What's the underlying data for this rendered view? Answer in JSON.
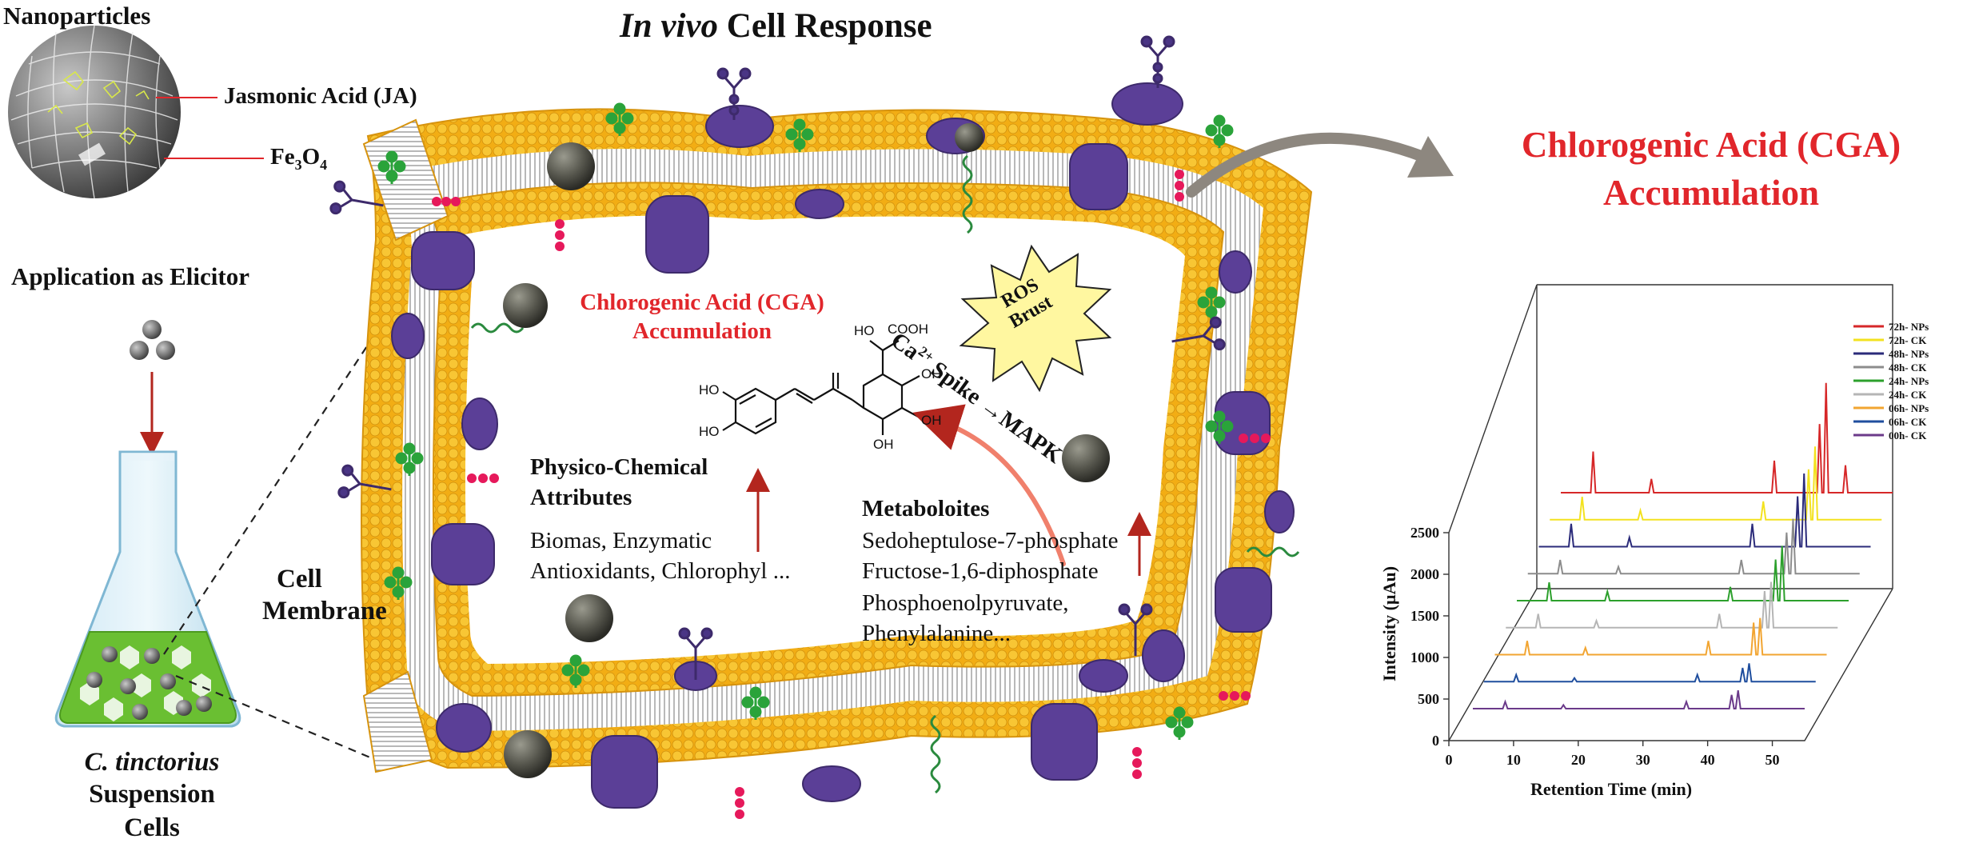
{
  "header": {
    "title_em": "In vivo",
    "title_rest": "Cell Response"
  },
  "left": {
    "nanoparticles": "Nanoparticles",
    "ja_label": "Jasmonic Acid (JA)",
    "fe_base": "Fe",
    "fe_sub1": "3",
    "fe_o": "O",
    "fe_sub2": "4",
    "application": "Application as Elicitor",
    "species": "C. tinctorius",
    "suspension": "Suspension",
    "cells": "Cells"
  },
  "cell": {
    "membrane_line1": "Cell",
    "membrane_line2": "Membrane",
    "cga_line1": "Chlorogenic Acid (CGA)",
    "cga_line2": "Accumulation",
    "ros_line1": "ROS",
    "ros_line2": "Brust",
    "ca": "Ca",
    "ca_sup": "2+",
    "spike": "Spike",
    "mapk": "MAPK",
    "physico_title1": "Physico-Chemical",
    "physico_title2": "Attributes",
    "physico_line1": "Biomas, Enzymatic",
    "physico_line2": "Antioxidants, Chlorophyl ...",
    "metab_title": "Metaboloites",
    "metab_1": "Sedoheptulose-7-phosphate",
    "metab_2": "Fructose-1,6-diphosphate",
    "metab_3": "Phosphoenolpyruvate,",
    "metab_4": "Phenylalanine...",
    "chem": {
      "cooh": "COOH",
      "ho": "HO",
      "oh": "OH"
    }
  },
  "right": {
    "title_line1": "Chlorogenic Acid (CGA)",
    "title_line2": "Accumulation"
  },
  "colors": {
    "accent_red": "#e1262b",
    "lipid_head": "#f5b81c",
    "protein": "#5b3f97",
    "green_glyco": "#2aa33a",
    "pink": "#e6195b"
  },
  "chart_data": {
    "type": "line",
    "xlabel": "Retention Time (min)",
    "ylabel": "Intensity (µAu)",
    "x_ticks": [
      0,
      10,
      20,
      30,
      40,
      50
    ],
    "y_ticks": [
      0,
      500,
      1000,
      1500,
      2000,
      2500
    ],
    "xlim": [
      0,
      55
    ],
    "ylim": [
      0,
      2500
    ],
    "series": [
      {
        "name": "72h- NPs",
        "color": "#d62728",
        "peaks": [
          [
            5,
            900
          ],
          [
            14,
            300
          ],
          [
            33,
            700
          ],
          [
            40,
            1500
          ],
          [
            41,
            2400
          ],
          [
            44,
            600
          ]
        ]
      },
      {
        "name": "72h- CK",
        "color": "#f3e21f",
        "peaks": [
          [
            5,
            500
          ],
          [
            14,
            200
          ],
          [
            33,
            400
          ],
          [
            40,
            1100
          ],
          [
            41,
            1600
          ]
        ]
      },
      {
        "name": "48h- NPs",
        "color": "#2b2b7a",
        "peaks": [
          [
            5,
            500
          ],
          [
            14,
            200
          ],
          [
            33,
            500
          ],
          [
            40,
            1100
          ],
          [
            41,
            1600
          ]
        ]
      },
      {
        "name": "48h- CK",
        "color": "#8c8c8c",
        "peaks": [
          [
            5,
            300
          ],
          [
            14,
            150
          ],
          [
            33,
            300
          ],
          [
            40,
            900
          ],
          [
            41,
            1200
          ]
        ]
      },
      {
        "name": "24h- NPs",
        "color": "#2ca02c",
        "peaks": [
          [
            5,
            400
          ],
          [
            14,
            200
          ],
          [
            33,
            300
          ],
          [
            40,
            900
          ],
          [
            41,
            1200
          ]
        ]
      },
      {
        "name": "24h- CK",
        "color": "#b5b5b5",
        "peaks": [
          [
            5,
            300
          ],
          [
            14,
            150
          ],
          [
            33,
            300
          ],
          [
            40,
            800
          ],
          [
            41,
            1000
          ]
        ]
      },
      {
        "name": "06h- NPs",
        "color": "#f2a531",
        "peaks": [
          [
            5,
            300
          ],
          [
            14,
            150
          ],
          [
            33,
            300
          ],
          [
            40,
            700
          ],
          [
            41,
            800
          ]
        ]
      },
      {
        "name": "06h- CK",
        "color": "#1f4e9e",
        "peaks": [
          [
            5,
            150
          ],
          [
            14,
            80
          ],
          [
            33,
            150
          ],
          [
            40,
            300
          ],
          [
            41,
            400
          ]
        ]
      },
      {
        "name": "00h- CK",
        "color": "#6b3a8a",
        "peaks": [
          [
            5,
            150
          ],
          [
            14,
            80
          ],
          [
            33,
            150
          ],
          [
            40,
            300
          ],
          [
            41,
            400
          ]
        ]
      }
    ]
  }
}
